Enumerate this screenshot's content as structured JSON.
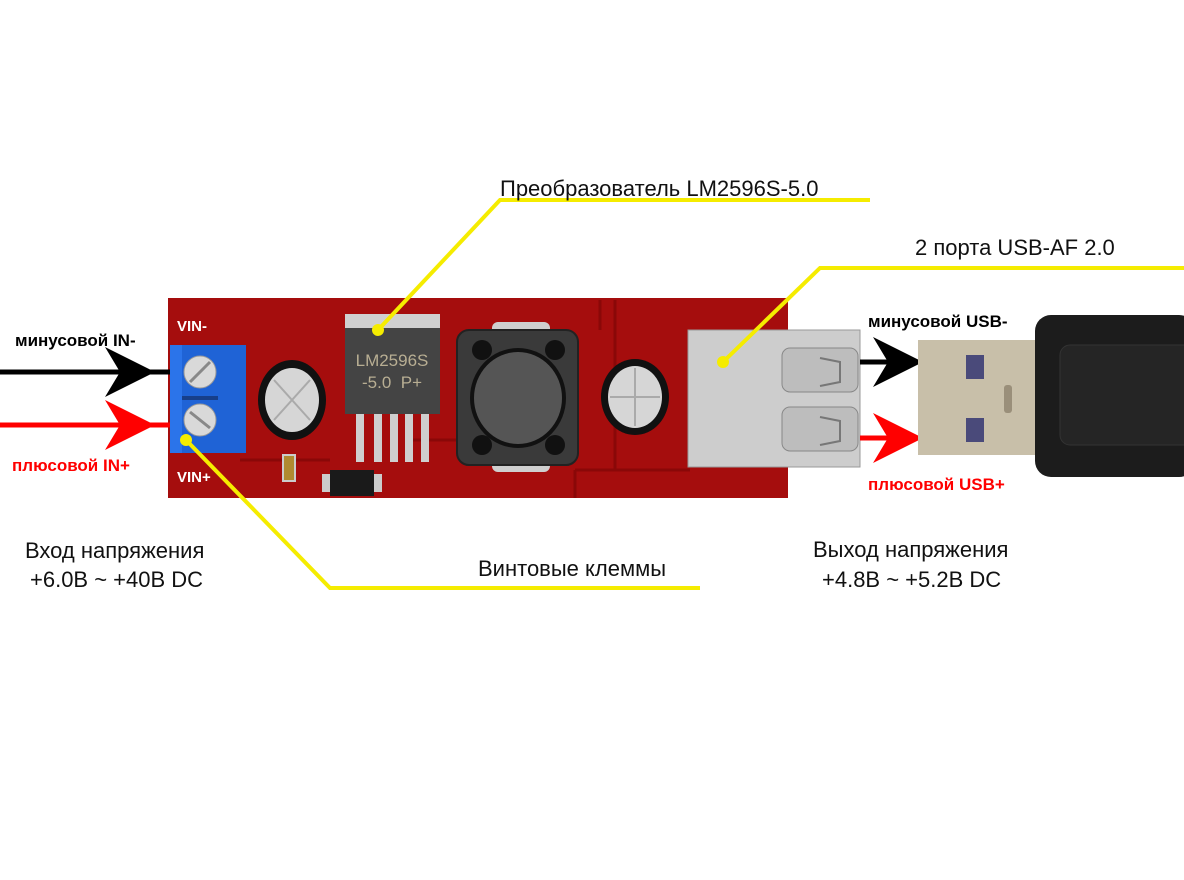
{
  "colors": {
    "pcb": "#a50d0d",
    "terminal": "#1f63d6",
    "leader": "#f5ec00",
    "negative_wire": "#000000",
    "positive_wire": "#ff0000"
  },
  "labels": {
    "converter": "Преобразователь LM2596S-5.0",
    "usb_ports": "2 порта USB-AF 2.0",
    "in_minus": "минусовой IN-",
    "in_plus": "плюсовой IN+",
    "vin_minus": "VIN-",
    "vin_plus": "VIN+",
    "input_title": "Вход напряжения",
    "input_range": "+6.0В ~ +40В DC",
    "terminals": "Винтовые клеммы",
    "output_title": "Выход напряжения",
    "output_range": "+4.8В ~ +5.2В DC",
    "usb_minus": "минусовой USB-",
    "usb_plus": "плюсовой USB+",
    "ic_line1": "LM2596S",
    "ic_line2": "-5.0  P+"
  }
}
